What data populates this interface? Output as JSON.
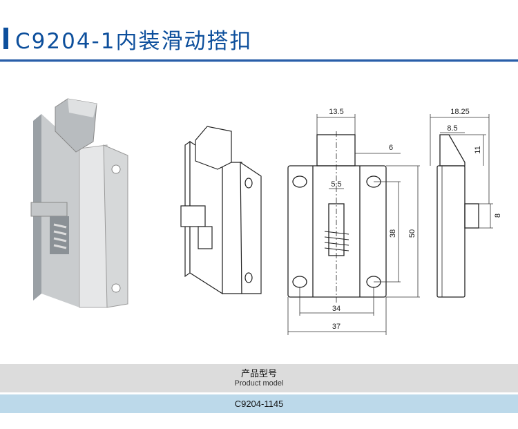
{
  "title": "C9204-1内装滑动搭扣",
  "dimensions": {
    "front_top_width": "13.5",
    "offset": "6",
    "slot": "5.5",
    "hole_pitch": "38",
    "height": "50",
    "hole_span": "34",
    "width": "37",
    "side_depth": "18.25",
    "bevel": "8.5",
    "bevel_height": "11",
    "knob": "8"
  },
  "table": {
    "header_zh": "产品型号",
    "header_en": "Product model",
    "model": "C9204-1145"
  }
}
